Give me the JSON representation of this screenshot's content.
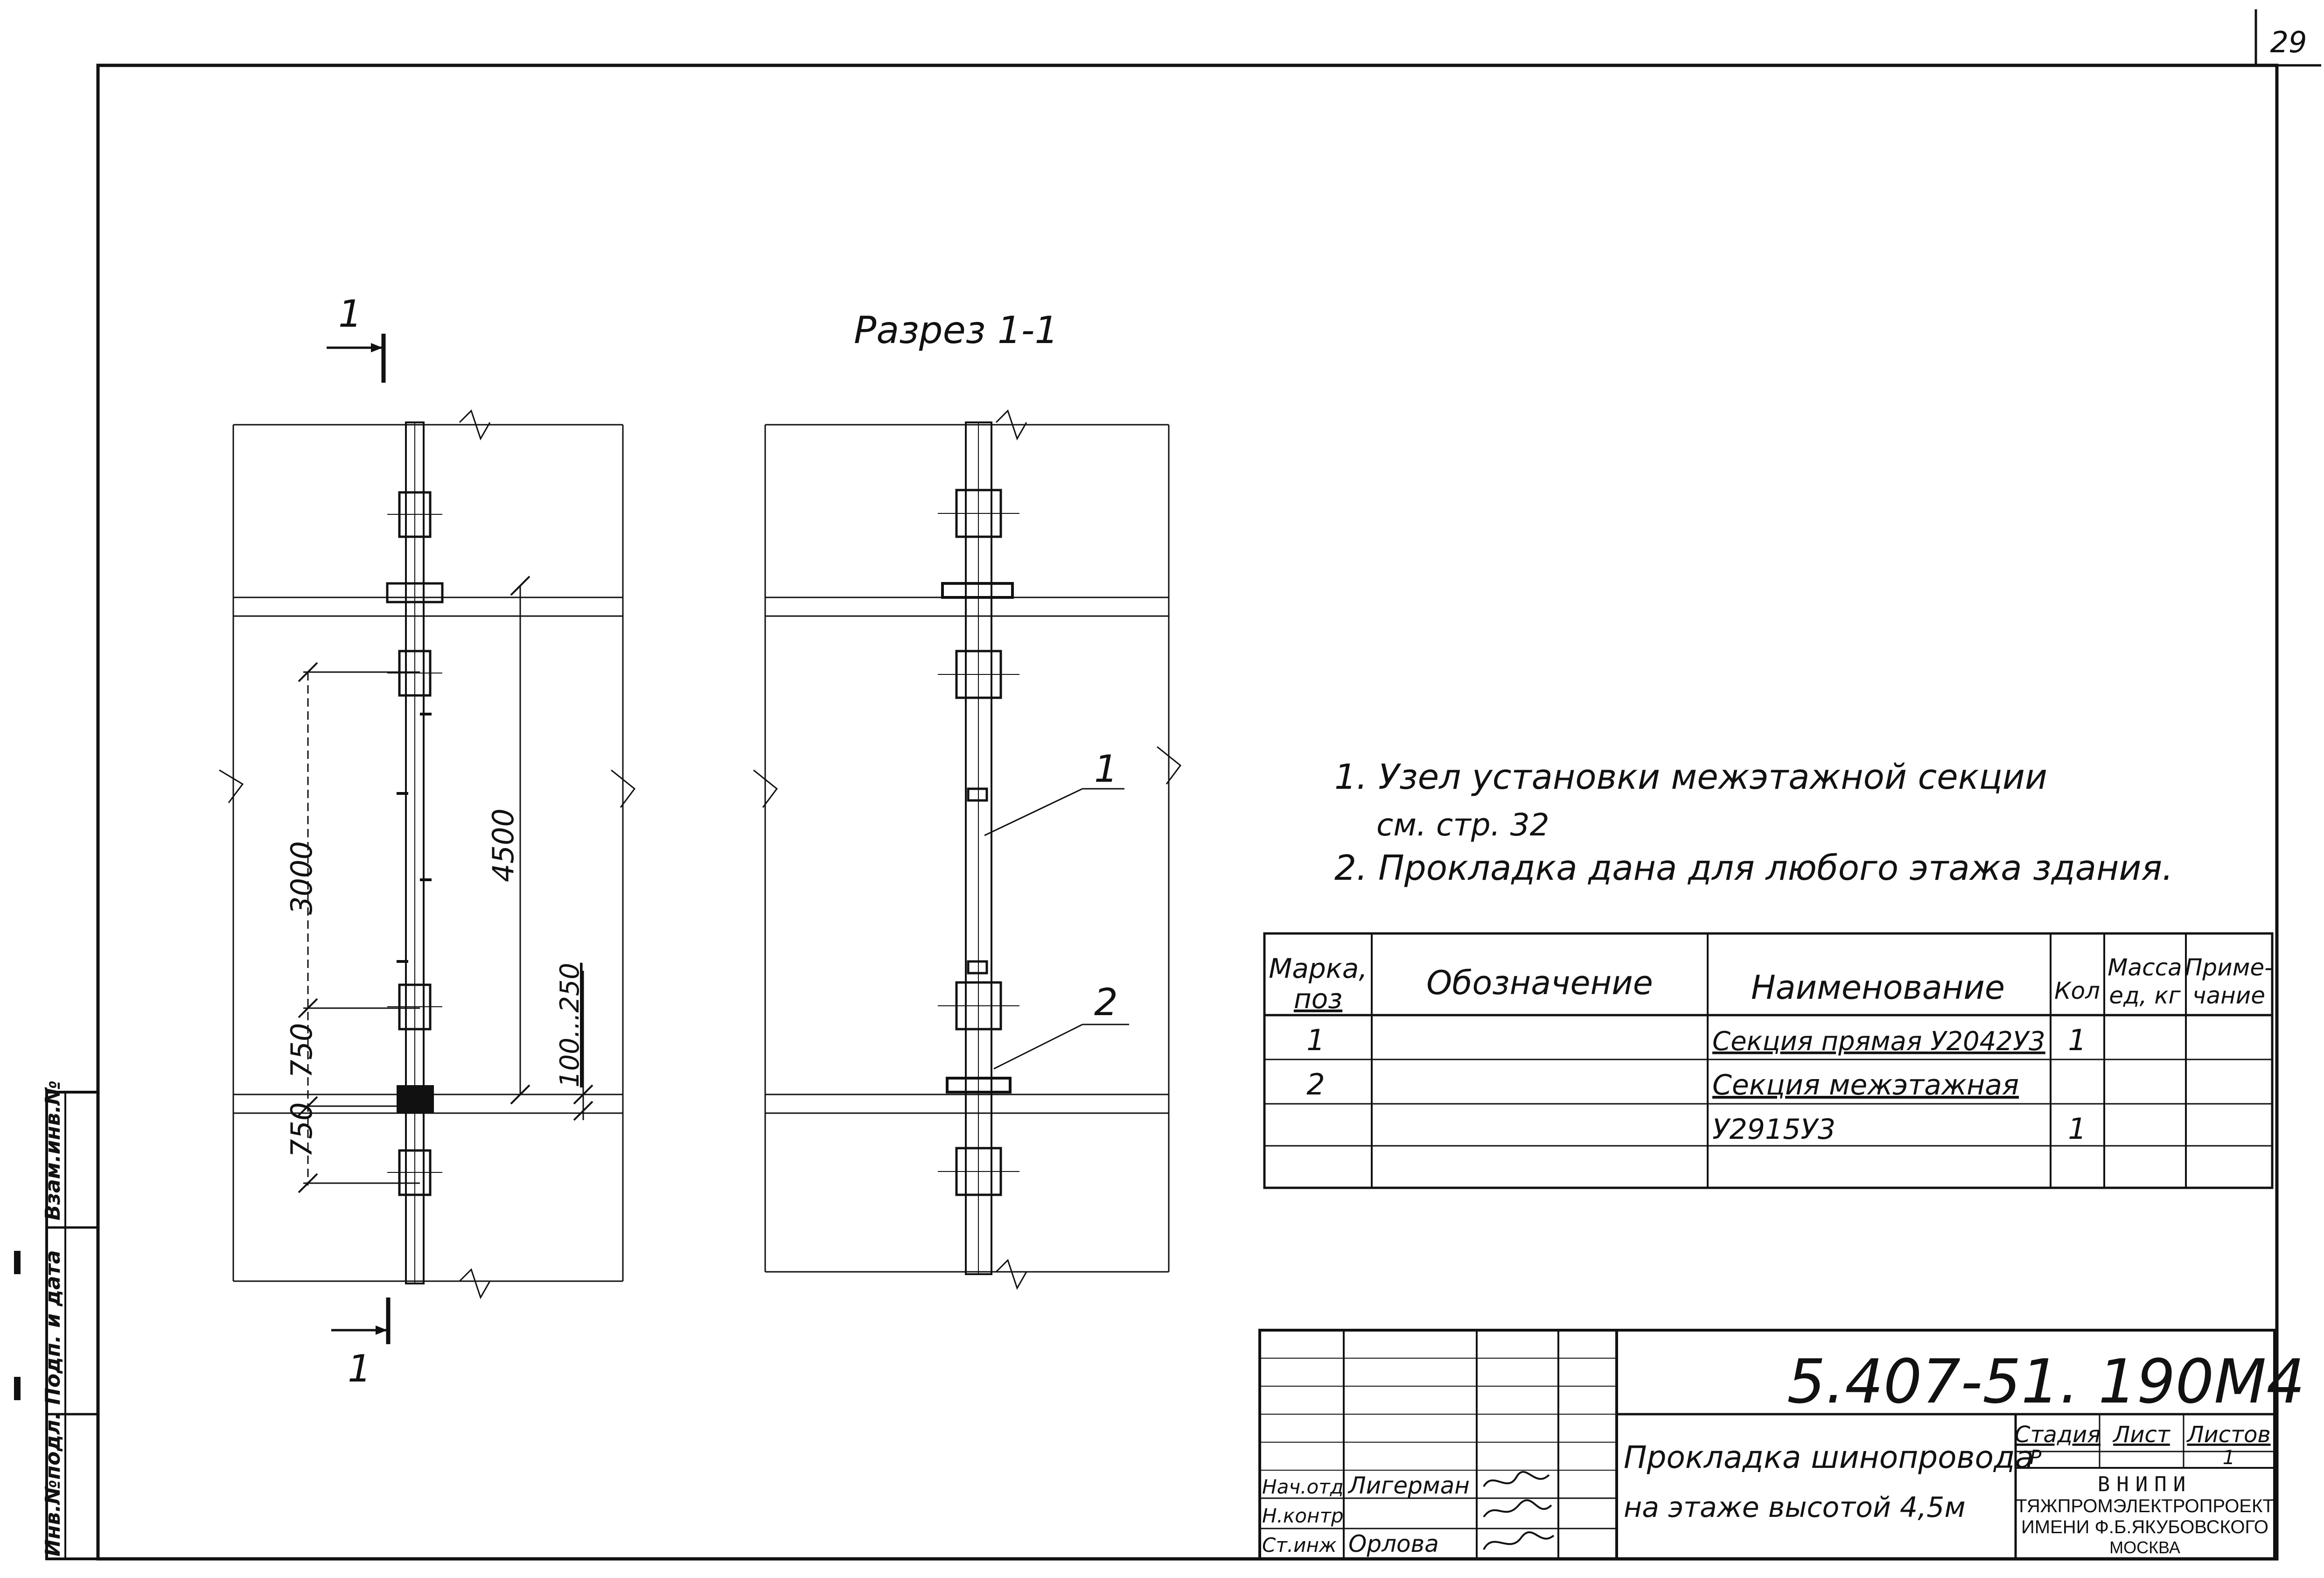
{
  "sheet_number": "29",
  "section_marker": "1",
  "section_title": "Разрез 1-1",
  "dimensions": {
    "d3000": "3000",
    "d750a": "750",
    "d750b": "750",
    "d4500": "4500",
    "d100_250": "100...250"
  },
  "callouts": {
    "c1": "1",
    "c2": "2"
  },
  "notes": [
    "1. Узел установки  межэтажной  секции",
    "см. стр. 32",
    "2. Прокладка  дана для любого этажа здания."
  ],
  "spec_table": {
    "headers": {
      "mark_1": "Марка,",
      "mark_2": "поз",
      "designation": "Обозначение",
      "name": "Наименование",
      "qty": "Кол",
      "mass_1": "Масса",
      "mass_2": "ед, кг",
      "note_1": "Приме-",
      "note_2": "чание"
    },
    "rows": [
      {
        "mark": "1",
        "name": "Секция прямая У2042У3",
        "qty": "1"
      },
      {
        "mark": "2",
        "name": "Секция межэтажная",
        "qty": ""
      },
      {
        "mark": "",
        "name": "У2915У3",
        "qty": "1"
      }
    ]
  },
  "title_block": {
    "doc_code": "5.407-51. 190М4",
    "title_line1": "Прокладка  шинопровода",
    "title_line2": "на этаже высотой 4,5м",
    "stage_label": "Стадия",
    "sheet_label": "Лист",
    "sheets_label": "Листов",
    "stage_value": "Р",
    "sheets_value": "1",
    "org_line1": "ВНИПИ",
    "org_line2": "ТЯЖПРОМЭЛЕКТРОПРОЕКТ",
    "org_line3": "ИМЕНИ Ф.Б.ЯКУБОВСКОГО",
    "org_line4": "МОСКВА",
    "roles": [
      {
        "role": "Нач.отд",
        "name": "Лигерман"
      },
      {
        "role": "Н.контр",
        "name": ""
      },
      {
        "role": "Ст.инж",
        "name": "Орлова"
      }
    ]
  },
  "side_stamp": {
    "s1": "Взам.инв.№",
    "s2": "Подп. и дата",
    "s3": "Инв.№подл."
  }
}
